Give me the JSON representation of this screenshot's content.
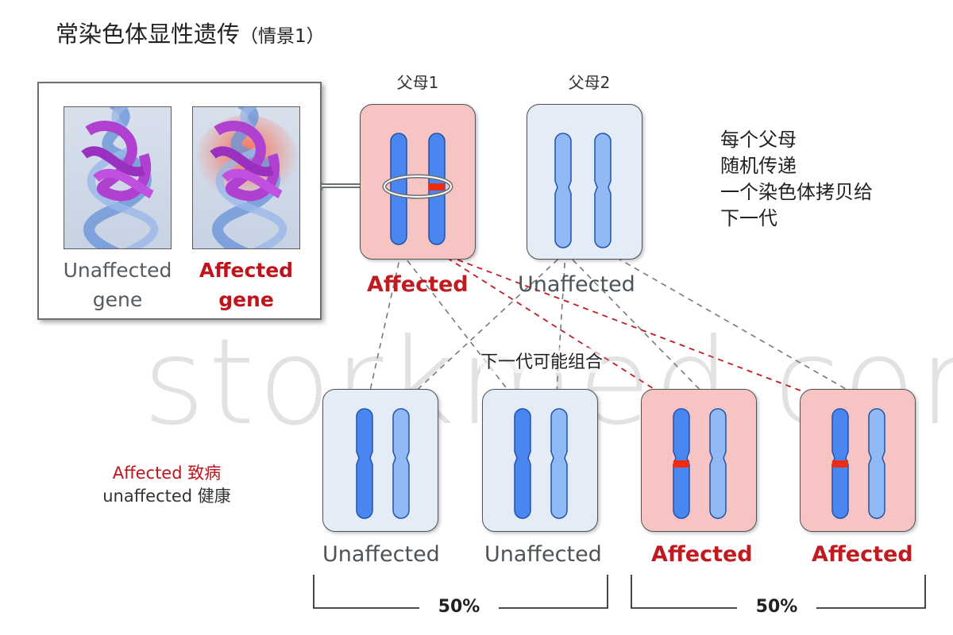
{
  "title": {
    "main": "常染色体显性遗传",
    "sub": "（情景1）"
  },
  "zoom": {
    "unaffected_label_1": "Unaffected",
    "unaffected_label_2": "gene",
    "affected_label_1": "Affected",
    "affected_label_2": "gene"
  },
  "parents": [
    {
      "label": "父母1",
      "status": "Affected"
    },
    {
      "label": "父母2",
      "status": "Unaffected"
    }
  ],
  "side_note": [
    "每个父母",
    "随机传递",
    "一个染色体拷贝给",
    "下一代"
  ],
  "combo_label": "下一代可能组合",
  "children": [
    {
      "status": "Unaffected"
    },
    {
      "status": "Unaffected"
    },
    {
      "status": "Affected"
    },
    {
      "status": "Affected"
    }
  ],
  "legend": {
    "affected": "Affected 致病",
    "unaffected": "unaffected 健康"
  },
  "percent_left": "50%",
  "percent_right": "50%",
  "watermark": "storkmed.com",
  "colors": {
    "affected_red": "#c0141c",
    "pink_card": "#f6c5c3",
    "blue_card": "#e3ecf7",
    "chrom_dark": "#4a86f0",
    "chrom_light": "#8fbaf6",
    "mutation": "#ee2a10"
  }
}
